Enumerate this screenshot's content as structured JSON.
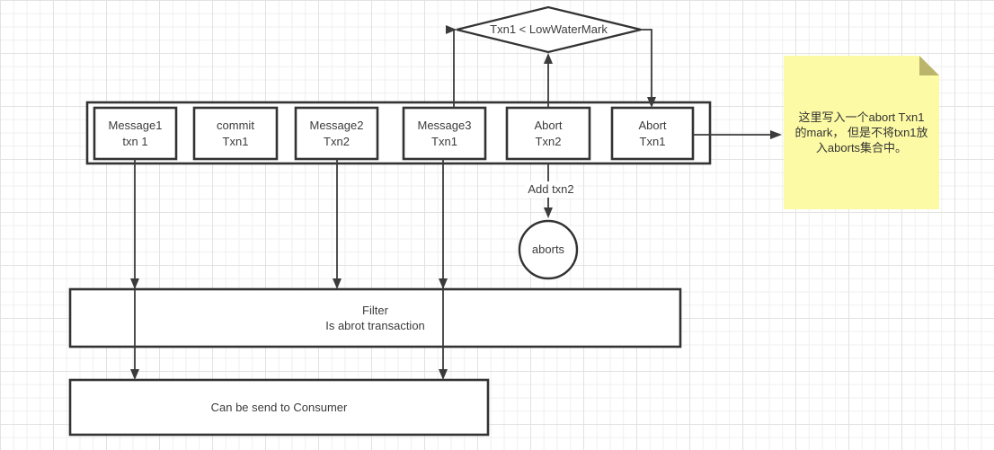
{
  "diagram": {
    "decision": {
      "label": "Txn1 < LowWaterMark"
    },
    "queue": {
      "items": [
        {
          "lines": [
            "Message1",
            "txn 1"
          ]
        },
        {
          "lines": [
            "commit",
            "Txn1"
          ]
        },
        {
          "lines": [
            "Message2",
            "Txn2"
          ]
        },
        {
          "lines": [
            "Message3",
            "Txn1"
          ]
        },
        {
          "lines": [
            "Abort",
            "Txn2"
          ]
        },
        {
          "lines": [
            "Abort",
            "Txn1"
          ]
        }
      ]
    },
    "add_edge": {
      "label": "Add txn2"
    },
    "aborts_set": {
      "label": "aborts"
    },
    "filter": {
      "lines": [
        "Filter",
        "Is abrot transaction"
      ]
    },
    "consumer": {
      "label": "Can be send to Consumer"
    },
    "note": {
      "lines": [
        "这里写入一个abort Txn1",
        "的mark， 但是不将txn1放",
        "入aborts集合中。"
      ],
      "bg": "#FCFAA4",
      "fold": "#BAB56A"
    },
    "colors": {
      "shape_stroke": "#333333",
      "edge_stroke": "#3b3b3b",
      "text": "#3c3c3c",
      "grid_minor": "#efefef",
      "grid_major": "#e2e2e2"
    }
  }
}
